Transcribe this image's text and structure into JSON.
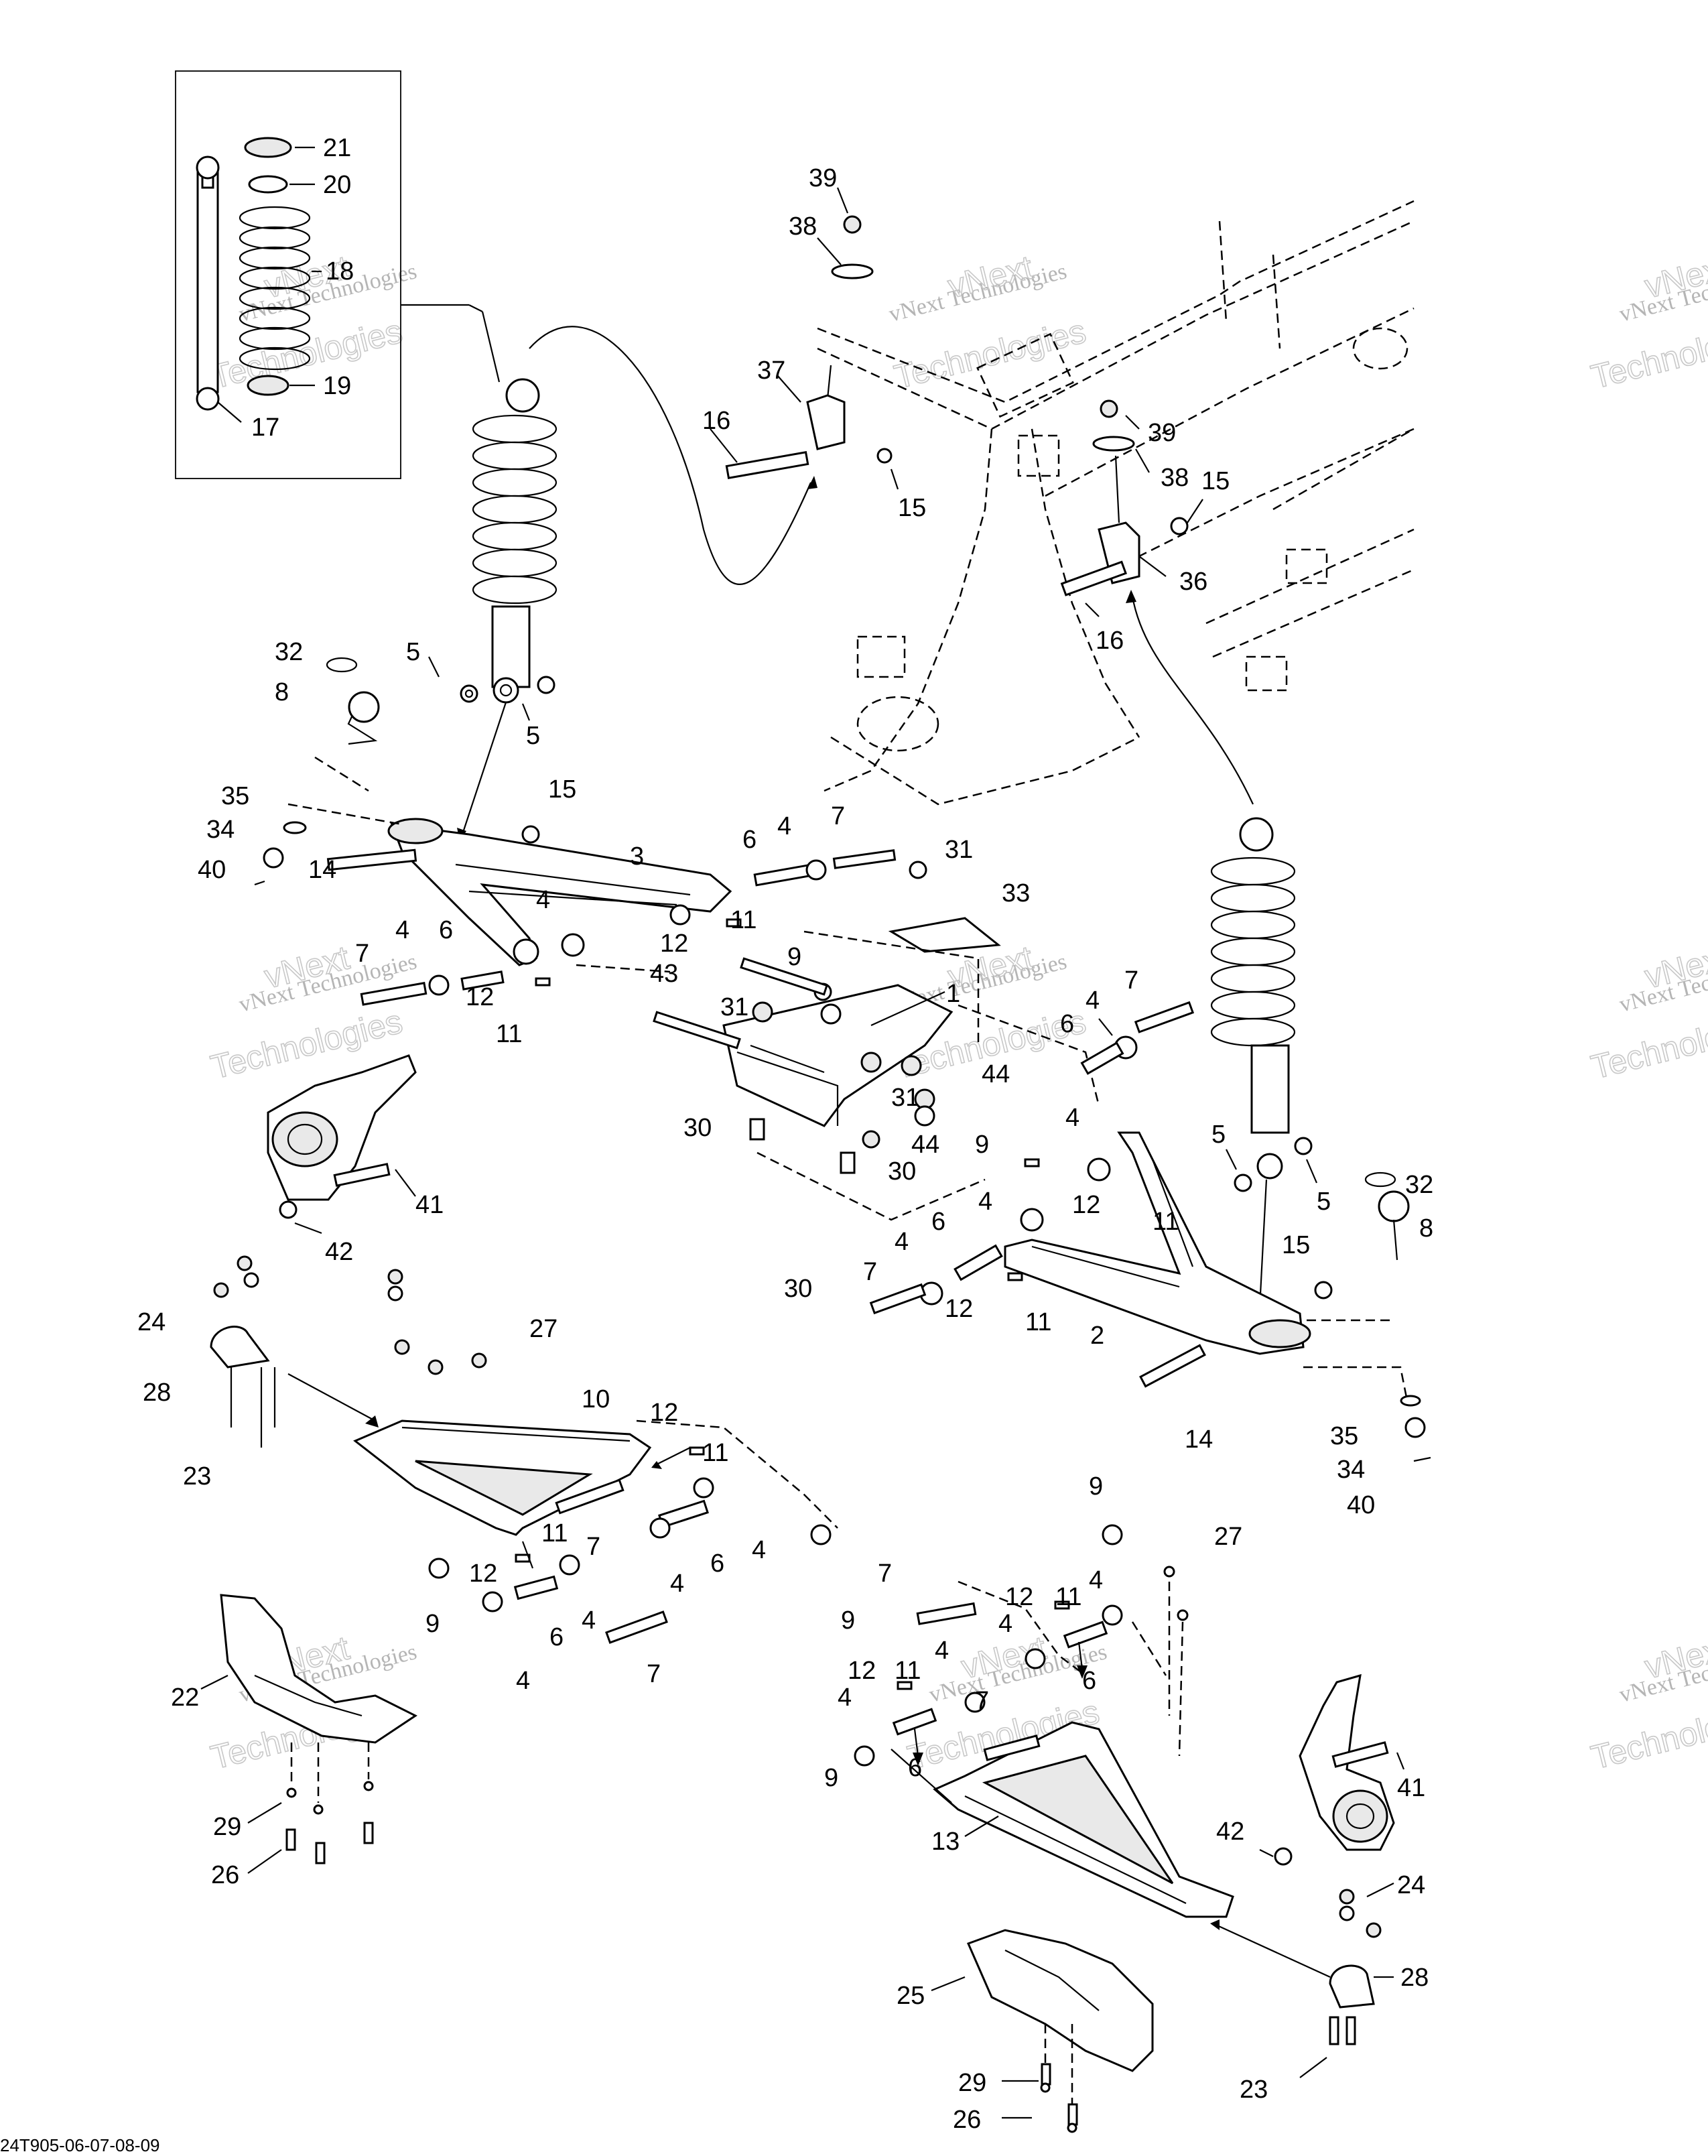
{
  "watermark": {
    "line1": "vNext Technologies",
    "big1": "vNext",
    "big2": "Technologies"
  },
  "drawing_code": "24T905-06-07-08-09",
  "callouts": {
    "c21": "21",
    "c20": "20",
    "c18": "18",
    "c19": "19",
    "c17": "17",
    "c39a": "39",
    "c38a": "38",
    "c37": "37",
    "c16a": "16",
    "c15a": "15",
    "c39b": "39",
    "c38b": "38",
    "c15b": "15",
    "c36": "36",
    "c16b": "16",
    "c32a": "32",
    "c8a": "8",
    "c5a": "5",
    "c5b": "5",
    "c35a": "35",
    "c34a": "34",
    "c40a": "40",
    "c14a": "14",
    "c15c": "15",
    "c3": "3",
    "c6a": "6",
    "c4a": "4",
    "c7a": "7",
    "c31a": "31",
    "c33": "33",
    "c4b": "4",
    "c11a": "11",
    "c12a": "12",
    "c7b": "7",
    "c4c": "4",
    "c6b": "6",
    "c12b": "12",
    "c11b": "11",
    "c43": "43",
    "c31b": "31",
    "c9a": "9",
    "c1": "1",
    "c4d": "4",
    "c7c": "7",
    "c6c": "6",
    "c44a": "44",
    "c31c": "31",
    "c30a": "30",
    "c44b": "44",
    "c9b": "9",
    "c30b": "30",
    "c41a": "41",
    "c42a": "42",
    "c4e": "4",
    "c12c": "12",
    "c11c": "11",
    "c5c": "5",
    "c5d": "5",
    "c32b": "32",
    "c8b": "8",
    "c4f": "4",
    "c6d": "6",
    "c30c": "30",
    "c4g": "4",
    "c7d": "7",
    "c12d": "12",
    "c11d": "11",
    "c15d": "15",
    "c2": "2",
    "c14b": "14",
    "c35b": "35",
    "c34b": "34",
    "c40b": "40",
    "c24a": "24",
    "c27a": "27",
    "c28a": "28",
    "c10": "10",
    "c23a": "23",
    "c12e": "12",
    "c11e": "11",
    "c7e": "7",
    "c6e": "6",
    "c4h": "4",
    "c11f": "11",
    "c12f": "12",
    "c9c": "9",
    "c4i": "4",
    "c6f": "6",
    "c4j": "4",
    "c7f": "7",
    "c9d": "9",
    "c22": "22",
    "c29a": "29",
    "c26a": "26",
    "c9e": "9",
    "c27b": "27",
    "c7g": "7",
    "c12g": "12",
    "c11g": "11",
    "c4k": "4",
    "c4l": "4",
    "c12h": "12",
    "c11h": "11",
    "c4m": "4",
    "c7h": "7",
    "c6g": "6",
    "c4n": "4",
    "c9f": "9",
    "c6h": "6",
    "c13": "13",
    "c42b": "42",
    "c41b": "41",
    "c24b": "24",
    "c28b": "28",
    "c25": "25",
    "c29b": "29",
    "c26b": "26",
    "c23b": "23"
  }
}
